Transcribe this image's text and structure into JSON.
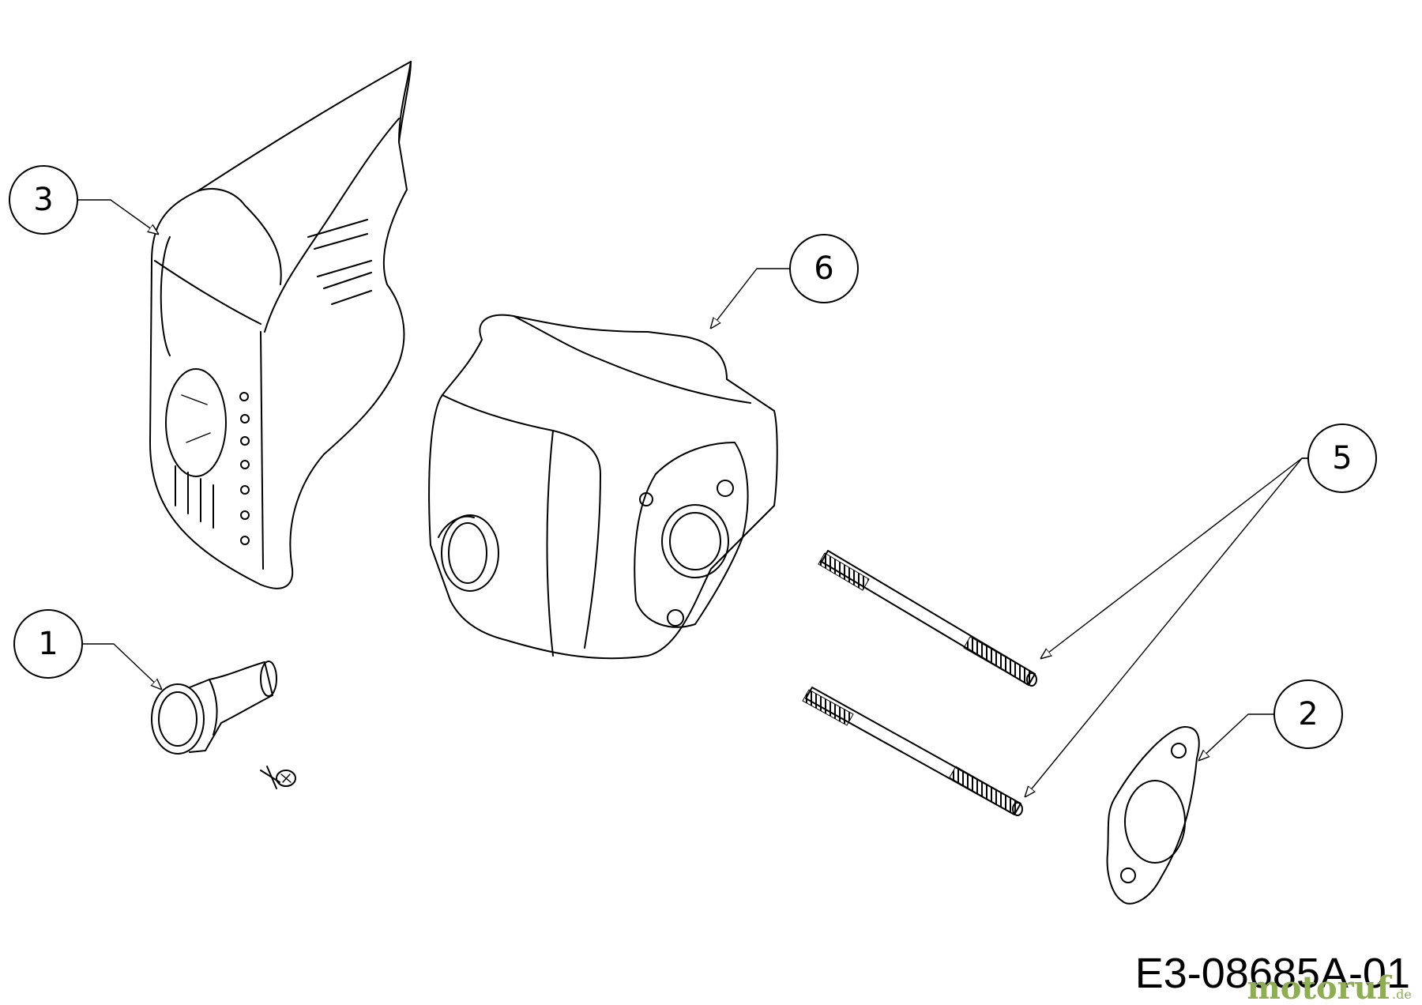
{
  "callouts": [
    {
      "id": "1",
      "label": "1"
    },
    {
      "id": "2",
      "label": "2"
    },
    {
      "id": "3",
      "label": "3"
    },
    {
      "id": "5",
      "label": "5"
    },
    {
      "id": "6",
      "label": "6"
    }
  ],
  "drawing_code": "E3-08685A-01",
  "watermark": {
    "main": "motoruf",
    "suffix": ".de",
    "color": "#8fae4f"
  }
}
